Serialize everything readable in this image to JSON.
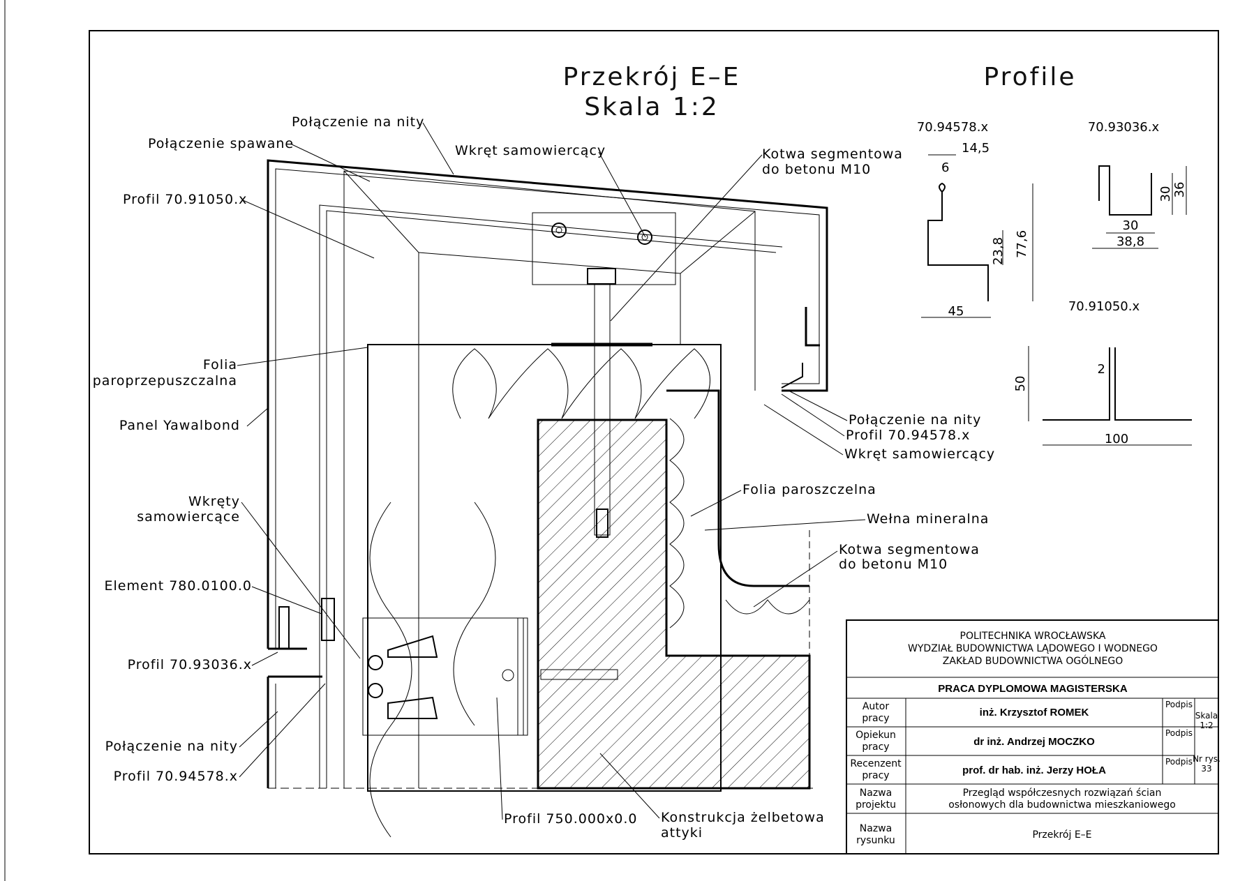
{
  "titles": {
    "section": "Przekrój E–E",
    "scale": "Skala 1:2",
    "profiles": "Profile"
  },
  "labels": {
    "polaczenie_nity_top": "Połączenie na nity",
    "polaczenie_spawane": "Połączenie spawane",
    "wkret_top": "Wkręt samowiercący",
    "kotwa_top_1": "Kotwa segmentowa",
    "kotwa_top_2": "do betonu M10",
    "profil_91050": "Profil 70.91050.x",
    "folia_paroprz_1": "Folia",
    "folia_paroprz_2": "paroprzepuszczalna",
    "panel": "Panel Yawalbond",
    "wkrety_1": "Wkręty",
    "wkrety_2": "samowiercące",
    "element": "Element 780.0100.0",
    "profil_93036": "Profil 70.93036.x",
    "polaczenie_nity_bottom": "Połączenie na nity",
    "profil_94578_left": "Profil 70.94578.x",
    "polaczenie_nity_right": "Połączenie na nity",
    "profil_94578_right": "Profil 70.94578.x",
    "wkret_right": "Wkręt samowiercący",
    "folia_paroszczelna": "Folia paroszczelna",
    "welna": "Wełna mineralna",
    "kotwa_right_1": "Kotwa segmentowa",
    "kotwa_right_2": "do betonu M10",
    "profil_750": "Profil 750.000x0.0",
    "konstrukcja_1": "Konstrukcja żelbetowa",
    "konstrukcja_2": "attyki"
  },
  "profiles": {
    "p94578": {
      "name": "70.94578.x",
      "d1": "14,5",
      "d2": "6",
      "d3": "23,8",
      "d4": "77,6",
      "d5": "45"
    },
    "p93036": {
      "name": "70.93036.x",
      "d1": "30",
      "d2": "36",
      "d3": "30",
      "d4": "38,8"
    },
    "p91050": {
      "name": "70.91050.x",
      "d1": "50",
      "d2": "2",
      "d3": "100"
    }
  },
  "title_block": {
    "uni_1": "POLITECHNIKA WROCŁAWSKA",
    "uni_2": "WYDZIAŁ BUDOWNICTWA LĄDOWEGO I WODNEGO",
    "uni_3": "ZAKŁAD BUDOWNICTWA OGÓLNEGO",
    "thesis": "PRACA DYPLOMOWA MAGISTERSKA",
    "autor_1": "Autor",
    "autor_2": "pracy",
    "autor_name": "inż. Krzysztof ROMEK",
    "opiekun_1": "Opiekun",
    "opiekun_2": "pracy",
    "opiekun_name": "dr inż. Andrzej MOCZKO",
    "recenzent_1": "Recenzent",
    "recenzent_2": "pracy",
    "recenzent_name": "prof. dr hab. inż. Jerzy HOŁA",
    "podpis": "Podpis",
    "skala_1": "Skala",
    "skala_2": "1:2",
    "nr_1": "Nr rys.",
    "nr_2": "33",
    "projekt_1": "Nazwa",
    "projekt_2": "projektu",
    "projekt_text_1": "Przegląd współczesnych rozwiązań ścian",
    "projekt_text_2": "osłonowych dla budownictwa mieszkaniowego",
    "rysunek_1": "Nazwa",
    "rysunek_2": "rysunku",
    "rysunek_text": "Przekrój E–E"
  }
}
